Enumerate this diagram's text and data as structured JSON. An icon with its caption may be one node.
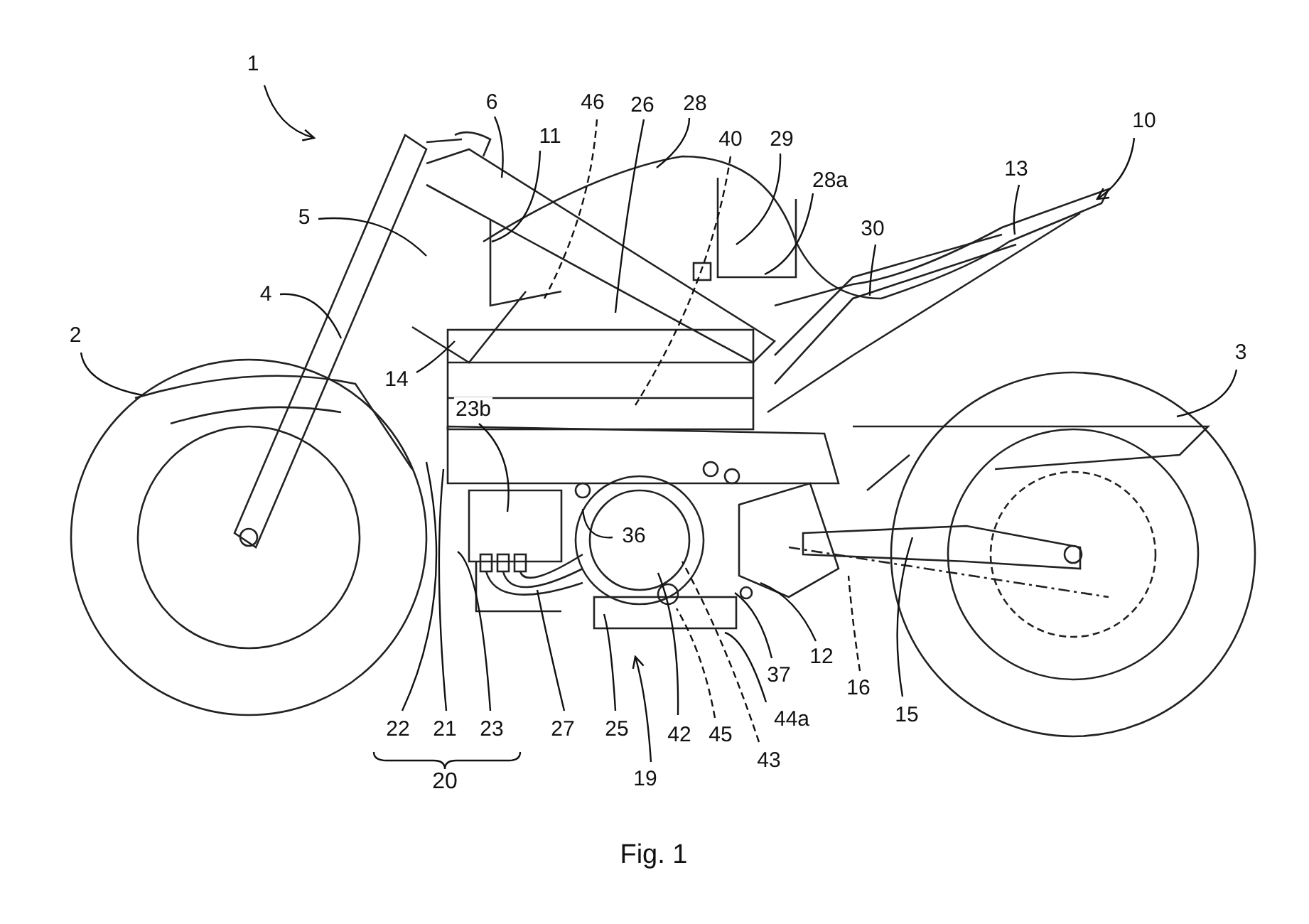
{
  "diagram": {
    "caption": "Fig. 1",
    "nodes": [
      {
        "text": [
          "1"
        ]
      },
      {
        "text": [
          "6"
        ]
      },
      {
        "text": [
          "46"
        ]
      },
      {
        "text": [
          "26"
        ]
      },
      {
        "text": [
          "28"
        ]
      },
      {
        "text": [
          "40"
        ]
      },
      {
        "text": [
          "29"
        ]
      },
      {
        "text": [
          "28a"
        ]
      },
      {
        "text": [
          "10"
        ]
      },
      {
        "text": [
          "11"
        ]
      },
      {
        "text": [
          "5"
        ]
      },
      {
        "text": [
          "13"
        ]
      },
      {
        "text": [
          "30"
        ]
      },
      {
        "text": [
          "4"
        ]
      },
      {
        "text": [
          "2"
        ]
      },
      {
        "text": [
          "3"
        ]
      },
      {
        "text": [
          "14"
        ]
      },
      {
        "text": [
          "23b"
        ]
      },
      {
        "text": [
          "36"
        ]
      },
      {
        "text": [
          "22"
        ]
      },
      {
        "text": [
          "21"
        ]
      },
      {
        "text": [
          "23"
        ]
      },
      {
        "text": [
          "27"
        ]
      },
      {
        "text": [
          "25"
        ]
      },
      {
        "text": [
          "19"
        ]
      },
      {
        "text": [
          "42"
        ]
      },
      {
        "text": [
          "45"
        ]
      },
      {
        "text": [
          "43"
        ]
      },
      {
        "text": [
          "44a"
        ]
      },
      {
        "text": [
          "37"
        ]
      },
      {
        "text": [
          "12"
        ]
      },
      {
        "text": [
          "16"
        ]
      },
      {
        "text": [
          "15"
        ]
      }
    ],
    "edges": [
      {
        "from": 0,
        "to": null,
        "arrow": "to"
      },
      {
        "from": 1,
        "to": null,
        "arrow": "none"
      },
      {
        "from": 2,
        "to": null,
        "arrow": "none",
        "style": "dashed"
      },
      {
        "from": 3,
        "to": null,
        "arrow": "none"
      },
      {
        "from": 4,
        "to": null,
        "arrow": "none"
      },
      {
        "from": 5,
        "to": null,
        "arrow": "none",
        "style": "dashed"
      },
      {
        "from": 6,
        "to": null,
        "arrow": "none"
      },
      {
        "from": 7,
        "to": null,
        "arrow": "none"
      },
      {
        "from": 8,
        "to": null,
        "arrow": "to"
      },
      {
        "from": 9,
        "to": null,
        "arrow": "none"
      },
      {
        "from": 10,
        "to": null,
        "arrow": "none"
      },
      {
        "from": 11,
        "to": null,
        "arrow": "none"
      },
      {
        "from": 12,
        "to": null,
        "arrow": "none"
      },
      {
        "from": 13,
        "to": null,
        "arrow": "none"
      },
      {
        "from": 14,
        "to": null,
        "arrow": "none"
      },
      {
        "from": 15,
        "to": null,
        "arrow": "none"
      },
      {
        "from": 16,
        "to": null,
        "arrow": "none"
      },
      {
        "from": 17,
        "to": null,
        "arrow": "none"
      },
      {
        "from": 18,
        "to": null,
        "arrow": "none"
      },
      {
        "from": 19,
        "to": null,
        "arrow": "none"
      },
      {
        "from": 20,
        "to": null,
        "arrow": "none"
      },
      {
        "from": 21,
        "to": null,
        "arrow": "none"
      },
      {
        "from": 22,
        "to": null,
        "arrow": "none"
      },
      {
        "from": 23,
        "to": null,
        "arrow": "none"
      },
      {
        "from": 24,
        "to": null,
        "arrow": "to"
      },
      {
        "from": 25,
        "to": null,
        "arrow": "none"
      },
      {
        "from": 26,
        "to": null,
        "arrow": "none",
        "style": "dashed"
      },
      {
        "from": 27,
        "to": null,
        "arrow": "none",
        "style": "dashed"
      },
      {
        "from": 28,
        "to": null,
        "arrow": "none"
      },
      {
        "from": 29,
        "to": null,
        "arrow": "none"
      },
      {
        "from": 30,
        "to": null,
        "arrow": "none"
      },
      {
        "from": 31,
        "to": null,
        "arrow": "none",
        "style": "dashed"
      },
      {
        "from": 32,
        "to": null,
        "arrow": "none"
      }
    ],
    "labels": [
      "20"
    ]
  }
}
